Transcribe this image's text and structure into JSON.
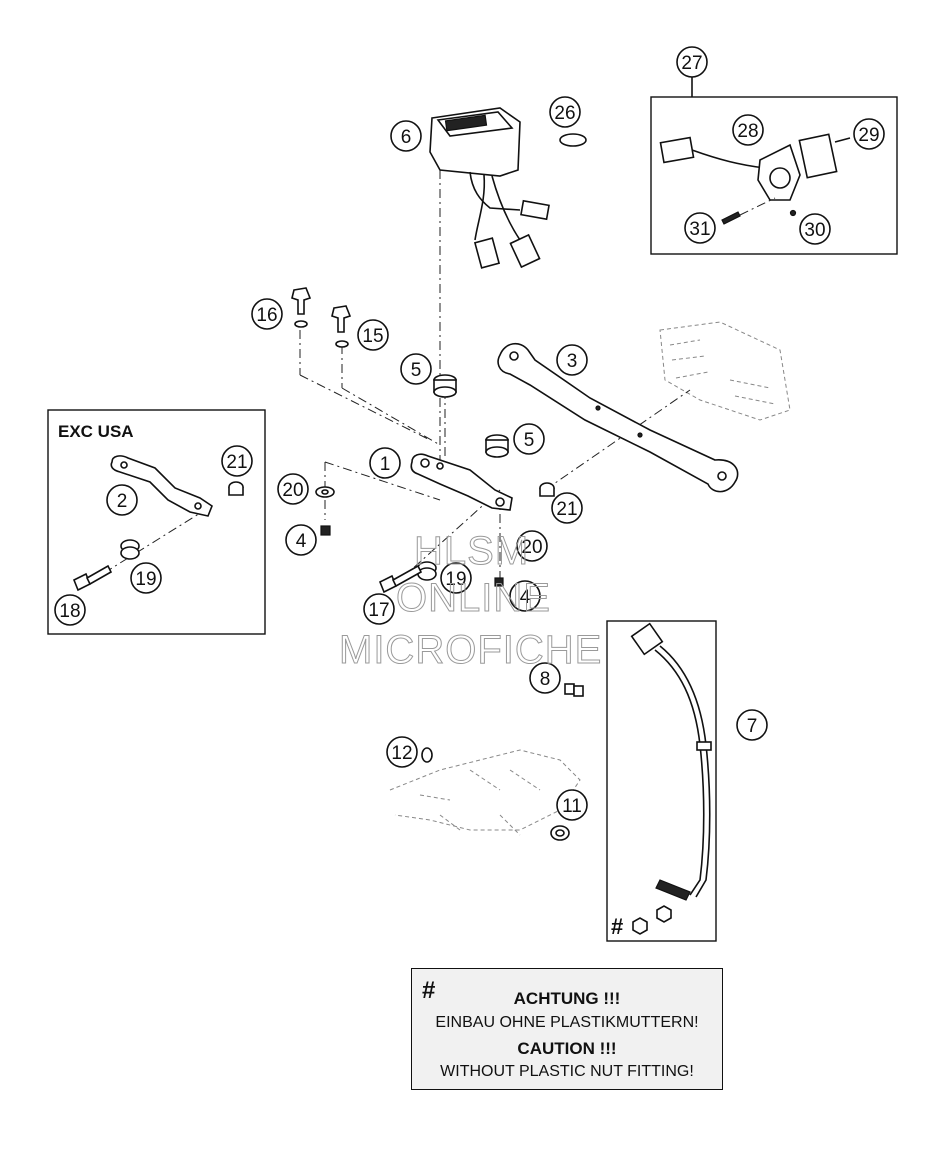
{
  "callouts": {
    "c1": "1",
    "c2": "2",
    "c3": "3",
    "c4a": "4",
    "c4b": "4",
    "c5a": "5",
    "c5b": "5",
    "c6": "6",
    "c7": "7",
    "c8": "8",
    "c11": "11",
    "c12": "12",
    "c15": "15",
    "c16": "16",
    "c17": "17",
    "c18": "18",
    "c19a": "19",
    "c19b": "19",
    "c20a": "20",
    "c20b": "20",
    "c21a": "21",
    "c21b": "21",
    "c26": "26",
    "c27": "27",
    "c28": "28",
    "c29": "29",
    "c30": "30",
    "c31": "31"
  },
  "inset_label": "EXC USA",
  "cable_hash": "#",
  "watermark": {
    "line1": "HLSM",
    "line2": "ONLINE",
    "line3": "MICROFICHE"
  },
  "warning": {
    "hash": "#",
    "title_de": "ACHTUNG !!!",
    "text_de": "EINBAU OHNE PLASTIKMUTTERN!",
    "title_en": "CAUTION !!!",
    "text_en": "WITHOUT PLASTIC NUT FITTING!"
  }
}
